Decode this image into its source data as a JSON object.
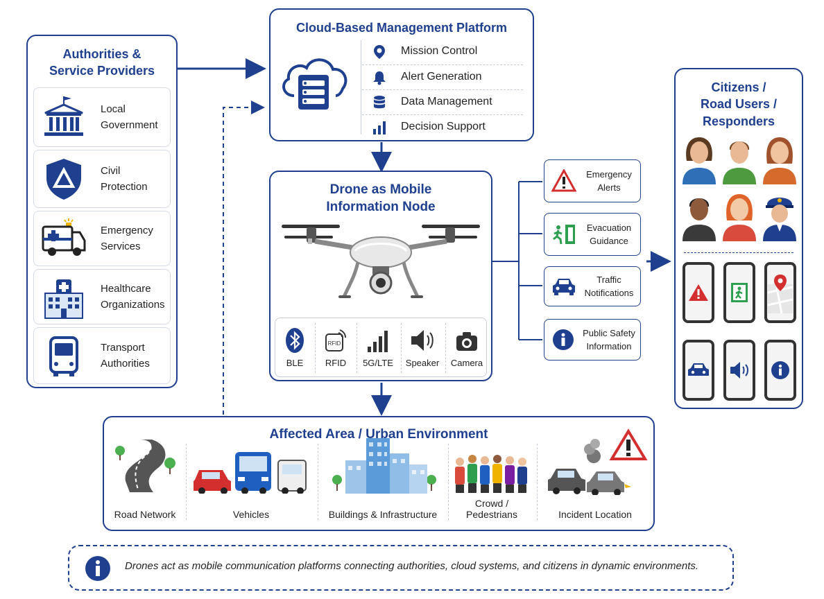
{
  "authorities": {
    "title_line1": "Authorities &",
    "title_line2": "Service Providers",
    "items": [
      {
        "label_line1": "Local",
        "label_line2": "Government",
        "icon": "government-building-icon"
      },
      {
        "label_line1": "Civil",
        "label_line2": "Protection",
        "icon": "civil-protection-shield-icon"
      },
      {
        "label_line1": "Emergency",
        "label_line2": "Services",
        "icon": "ambulance-icon"
      },
      {
        "label_line1": "Healthcare",
        "label_line2": "Organizations",
        "icon": "hospital-icon"
      },
      {
        "label_line1": "Transport",
        "label_line2": "Authorities",
        "icon": "bus-icon"
      }
    ]
  },
  "cloud": {
    "title": "Cloud-Based Management Platform",
    "features": [
      {
        "label": "Mission Control",
        "icon": "location-pin-icon"
      },
      {
        "label": "Alert Generation",
        "icon": "bell-icon"
      },
      {
        "label": "Data Management",
        "icon": "database-icon"
      },
      {
        "label": "Decision Support",
        "icon": "bar-chart-icon"
      }
    ]
  },
  "drone": {
    "title_line1": "Drone as Mobile",
    "title_line2": "Information Node",
    "tech": [
      {
        "label": "BLE",
        "icon": "bluetooth-icon"
      },
      {
        "label": "RFID",
        "icon": "rfid-icon"
      },
      {
        "label": "5G/LTE",
        "icon": "signal-icon"
      },
      {
        "label": "Speaker",
        "icon": "speaker-icon"
      },
      {
        "label": "Camera",
        "icon": "camera-icon"
      }
    ]
  },
  "outputs": [
    {
      "line1": "Emergency",
      "line2": "Alerts",
      "icon": "warning-icon"
    },
    {
      "line1": "Evacuation",
      "line2": "Guidance",
      "icon": "exit-icon"
    },
    {
      "line1": "Traffic",
      "line2": "Notifications",
      "icon": "car-icon"
    },
    {
      "line1": "Public Safety",
      "line2": "Information",
      "icon": "info-icon"
    }
  ],
  "citizens": {
    "title_line1": "Citizens /",
    "title_line2": "Road Users /",
    "title_line3": "Responders"
  },
  "area": {
    "title": "Affected Area / Urban Environment",
    "items": [
      {
        "label": "Road Network",
        "icon": "road-icon"
      },
      {
        "label": "Vehicles",
        "icon": "vehicles-icon"
      },
      {
        "label": "Buildings & Infrastructure",
        "icon": "buildings-icon"
      },
      {
        "label": "Crowd / Pedestrians",
        "icon": "crowd-icon"
      },
      {
        "label": "Incident Location",
        "icon": "incident-icon"
      }
    ]
  },
  "footer": {
    "text": "Drones act as mobile communication platforms connecting authorities, cloud systems, and citizens in dynamic environments."
  },
  "colors": {
    "primary": "#1f3f8f",
    "alert_red": "#d32f2f",
    "exit_green": "#2e9e4f"
  }
}
